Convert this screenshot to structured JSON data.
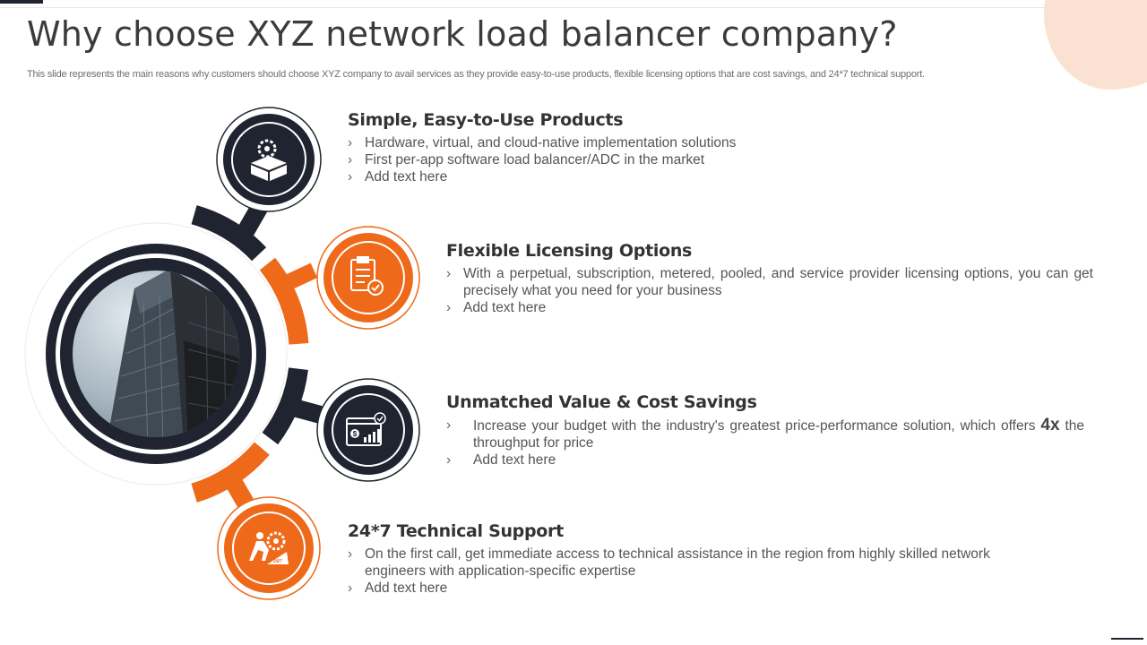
{
  "slide": {
    "title": "Why choose XYZ network load balancer company?",
    "subtitle": "This slide represents the main reasons why customers should choose XYZ company to avail services as they provide easy-to-use products, flexible licensing options that are cost savings, and 24*7 technical support."
  },
  "colors": {
    "dark": "#1f2430",
    "orange": "#ee6a1a",
    "blob": "#fbe1d2"
  },
  "sections": [
    {
      "heading": "Simple, Easy-to-Use Products",
      "icon": "gear-box-icon",
      "bullets": [
        "Hardware, virtual, and cloud-native implementation solutions",
        "First per-app software load balancer/ADC in the market",
        "Add text here"
      ]
    },
    {
      "heading": "Flexible Licensing Options",
      "icon": "clipboard-check-icon",
      "bullets": [
        "With a perpetual, subscription, metered, pooled, and service provider licensing options, you can get precisely what you need for your business",
        "Add text here"
      ]
    },
    {
      "heading": "Unmatched Value & Cost Savings",
      "icon": "dollar-chart-icon",
      "bullet1_before": "Increase your budget with the industry's greatest price-performance solution, which offers",
      "bullet1_emphasis": "4x",
      "bullet1_after": "the throughput  for price",
      "bullets": [
        "Add text here"
      ]
    },
    {
      "heading": "24*7 Technical Support",
      "icon": "support-worker-icon",
      "icon_text": "24/7",
      "bullets": [
        "On the first call, get immediate access to technical assistance in the region from highly skilled network engineers with application-specific expertise",
        "Add text here"
      ]
    }
  ]
}
